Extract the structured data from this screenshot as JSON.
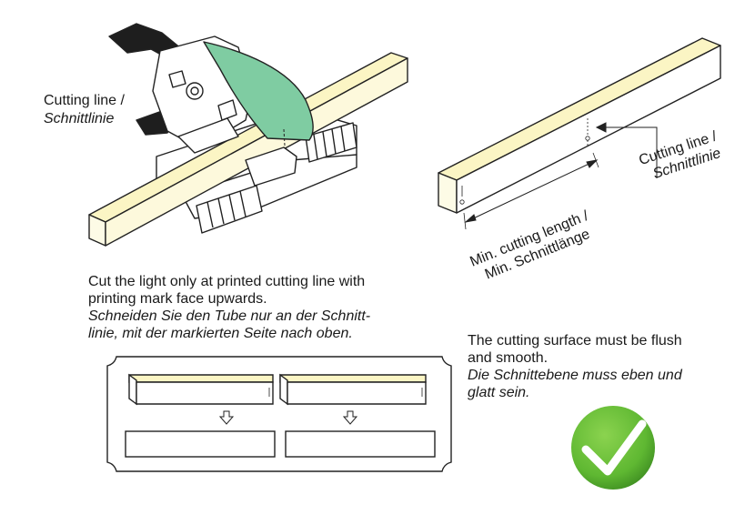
{
  "left_callout": {
    "line1": "Cutting line /",
    "line2": "Schnittlinie"
  },
  "right_callout": {
    "line1": "Cutting line /",
    "line2": "Schnittlinie"
  },
  "min_length": {
    "line1": "Min. cutting length /",
    "line2": "Min. Schnittlänge"
  },
  "instruction": {
    "en_line1": "Cut the light only at printed cutting line with",
    "en_line2": "printing mark face upwards.",
    "de_line1": "Schneiden Sie den Tube nur an der Schnitt-",
    "de_line2": "linie, mit der markierten Seite nach oben."
  },
  "surface_note": {
    "en_line1": "The cutting surface must be flush",
    "en_line2": "and smooth.",
    "de_line1": "Die Schnittebene muss eben und",
    "de_line2": "glatt sein."
  },
  "colors": {
    "strip": "#fbf5c4",
    "blade": "#7fcca2",
    "check_green": "#5fb832",
    "outline": "#222222"
  },
  "icons": [
    "miter-saw-icon",
    "down-arrow-icon",
    "checkmark-icon"
  ]
}
